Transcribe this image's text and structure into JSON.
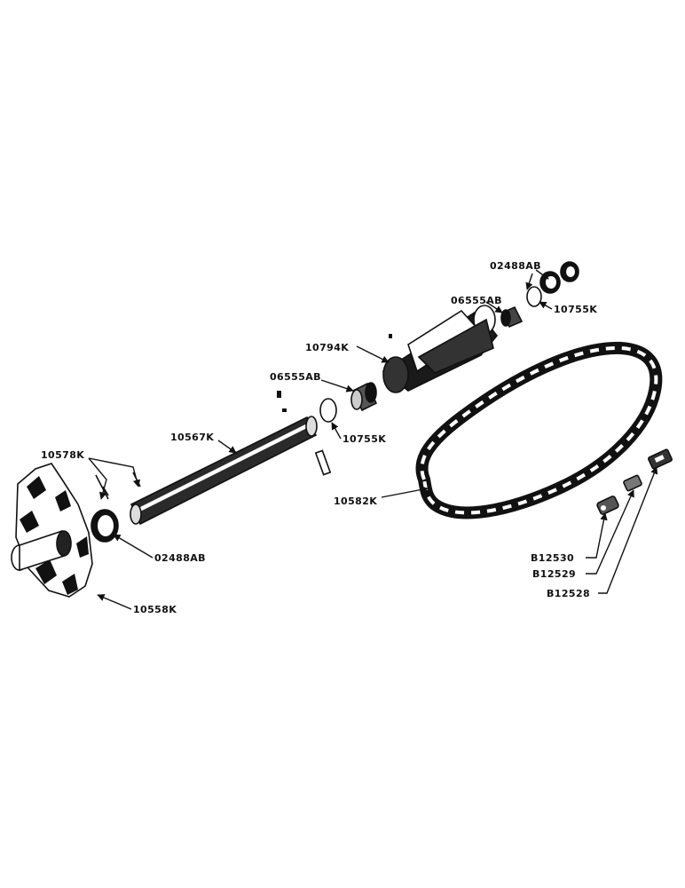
{
  "labels": {
    "washer_top": "02488AB",
    "bushing_top": "06555AB",
    "ring_top": "10755K",
    "housing": "10794K",
    "bushing_mid": "06555AB",
    "ring_mid": "10755K",
    "shaft": "10567K",
    "pins": "10578K",
    "chain": "10582K",
    "washer_low": "02488AB",
    "sprocket": "10558K",
    "link_a": "B12530",
    "link_b": "B12529",
    "link_c": "B12528"
  },
  "colors": {
    "ink": "#111111",
    "paper": "#ffffff"
  }
}
